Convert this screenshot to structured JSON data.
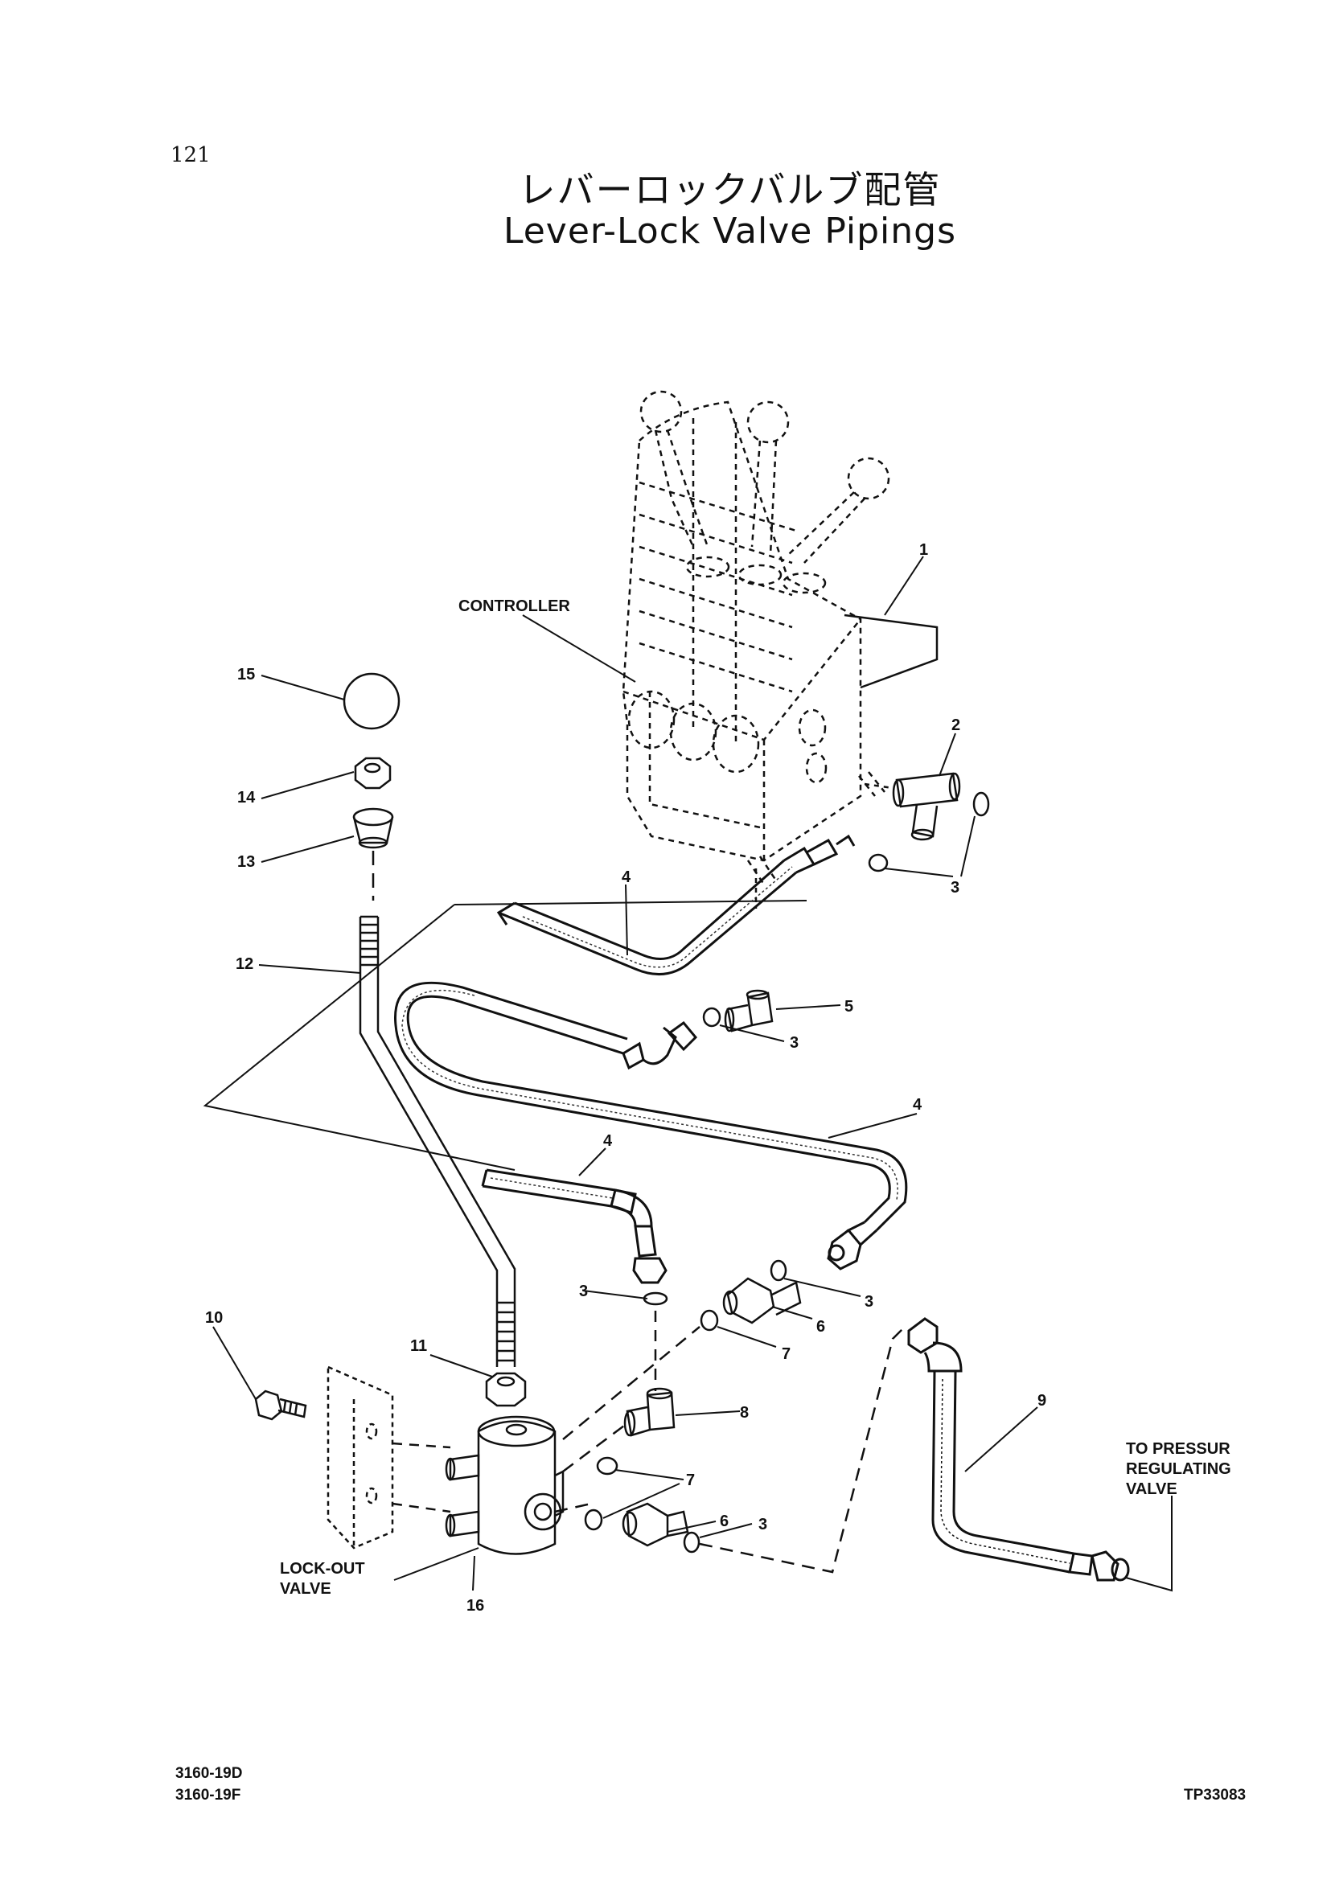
{
  "page": {
    "number": "121",
    "title_jp": "レバーロックバルブ配管",
    "title_en": "Lever-Lock Valve Pipings",
    "codes": [
      "3160-19D",
      "3160-19F"
    ],
    "ref": "TP33083"
  },
  "labels": {
    "controller": "CONTROLLER",
    "lockout": [
      "LOCK-OUT",
      "VALVE"
    ],
    "pressure": [
      "TO PRESSUR",
      "REGULATING",
      "VALVE"
    ]
  },
  "callouts": {
    "c1": "1",
    "c2": "2",
    "c3a": "3",
    "c3b": "3",
    "c3c": "3",
    "c3d": "3",
    "c3e": "3",
    "c4a": "4",
    "c4b": "4",
    "c4c": "4",
    "c5": "5",
    "c6a": "6",
    "c6b": "6",
    "c7a": "7",
    "c7b": "7",
    "c8": "8",
    "c9": "9",
    "c10": "10",
    "c11": "11",
    "c12": "12",
    "c13": "13",
    "c14": "14",
    "c15": "15",
    "c16": "16"
  }
}
